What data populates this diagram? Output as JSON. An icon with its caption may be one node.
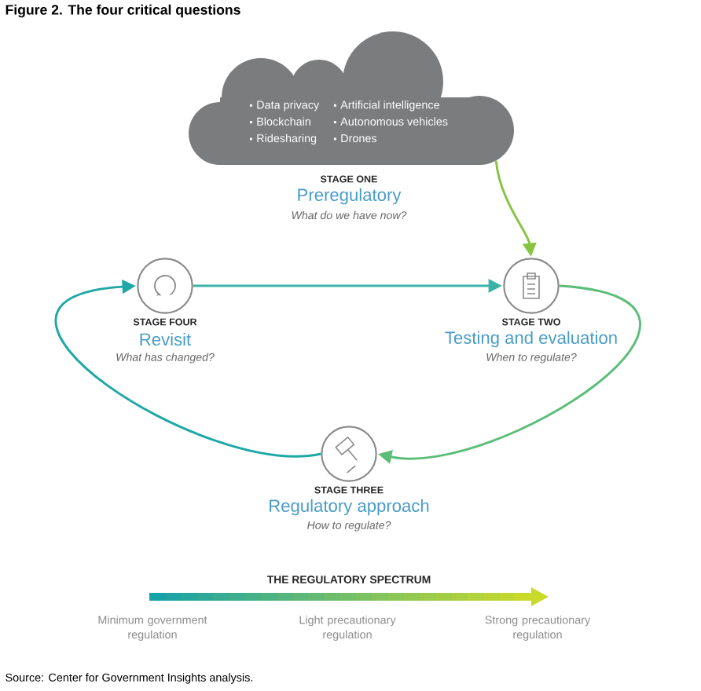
{
  "diagram": {
    "title": "Figure 2. The four critical questions",
    "caption": "Source: Center for Government Insights analysis.",
    "nodes": [
      {
        "text": [
          "Data privacy",
          "Blockchain",
          "Ridesharing",
          "Artificial intelligence",
          "Autonomous vehicles",
          "Drones"
        ],
        "beside": [
          "STAGE ONE",
          "Preregulatory",
          "What do we have now?"
        ]
      },
      {
        "text": [],
        "shape": "circle",
        "beside": [
          "STAGE TWO",
          "Testing and evaluation",
          "When to regulate?"
        ]
      },
      {
        "text": [],
        "shape": "circle",
        "beside": [
          "STAGE THREE",
          "Regulatory approach",
          "How to regulate?"
        ]
      },
      {
        "text": [],
        "shape": "circle",
        "beside": [
          "STAGE FOUR",
          "Revisit",
          "What has changed?"
        ]
      }
    ],
    "edges": [
      {
        "from": 0,
        "to": 1,
        "arrow": "to",
        "color": "#86c440"
      },
      {
        "from": 1,
        "to": 2,
        "arrow": "to",
        "color": "#5cbd78"
      },
      {
        "from": 2,
        "to": 3,
        "arrow": "to",
        "color": "#1fa8a6"
      },
      {
        "from": 3,
        "to": 1,
        "arrow": "to",
        "color": "#3cb3a8"
      }
    ],
    "labels": [
      "THE REGULATORY SPECTRUM",
      "Minimum government regulation",
      "Light precautionary regulation",
      "Strong precautionary regulation"
    ]
  }
}
